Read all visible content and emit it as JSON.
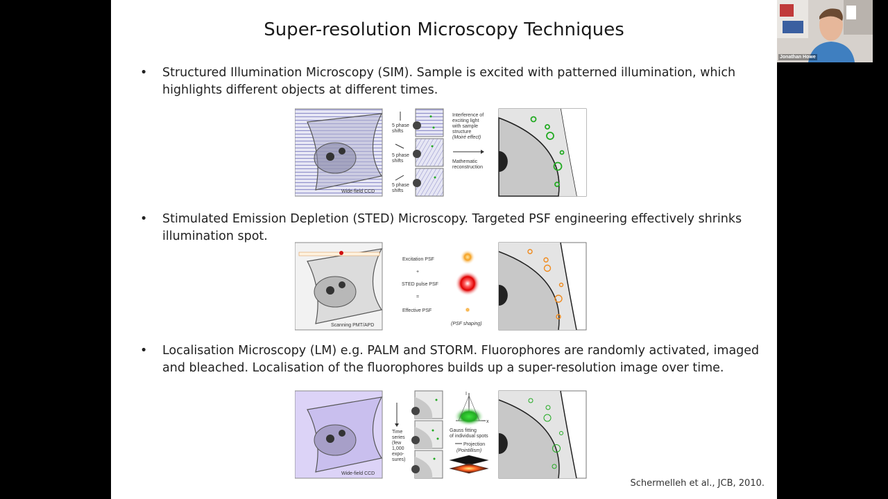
{
  "slide": {
    "title": "Super-resolution Microscopy Techniques",
    "bullets": [
      {
        "marker": "•",
        "text": "Structured Illumination Microscopy (SIM). Sample is excited with patterned illumination, which highlights different objects at different times."
      },
      {
        "marker": "•",
        "text": "Stimulated Emission Depletion (STED) Microscopy. Targeted PSF engineering effectively shrinks illumination spot."
      },
      {
        "marker": "•",
        "text": "Localisation Microscopy (LM) e.g. PALM and STORM. Fluorophores are randomly activated, imaged and bleached. Localisation of the fluorophores builds up a super-resolution image over time."
      }
    ],
    "citation": "Schermelleh et al., JCB, 2010."
  },
  "sim_figure": {
    "cell_label": "Wide-field CCD",
    "shift_label_1": "5 phase",
    "shift_label_2": "shifts",
    "annotation_1": "Interference of",
    "annotation_2": "exciting light",
    "annotation_3": "with sample",
    "annotation_4": "structure",
    "annotation_5": "(Moiré effect)",
    "annotation_6": "Mathematic",
    "annotation_7": "reconstruction",
    "colors": {
      "stripe": "#8a8ac8",
      "fill": "#d8d8f0",
      "green": "#22aa22"
    }
  },
  "sted_figure": {
    "cell_label": "Scanning PMT/APD",
    "excitation_label": "Excitation PSF",
    "plus": "+",
    "sted_label": "STED pulse PSF",
    "equals": "=",
    "effective_label": "Effective PSF",
    "shaping_label": "(PSF shaping)",
    "colors": {
      "orange": "#f08a1c",
      "red": "#e01010"
    }
  },
  "lm_figure": {
    "cell_label": "Wide-field CCD",
    "time_label_1": "Time",
    "time_label_2": "series",
    "time_label_3": "(few",
    "time_label_4": "1,000",
    "time_label_5": "expo-",
    "time_label_6": "sures)",
    "gauss_label_1": "Gauss fitting",
    "gauss_label_2": "of individual spots",
    "projection_label": "Projection",
    "pointillism_label": "(Pointillism)",
    "axis_i": "I",
    "axis_x": "x",
    "colors": {
      "fill": "#d8cff5",
      "green": "#22aa22"
    }
  },
  "webcam": {
    "participant_name": "Jonathan Howe"
  }
}
